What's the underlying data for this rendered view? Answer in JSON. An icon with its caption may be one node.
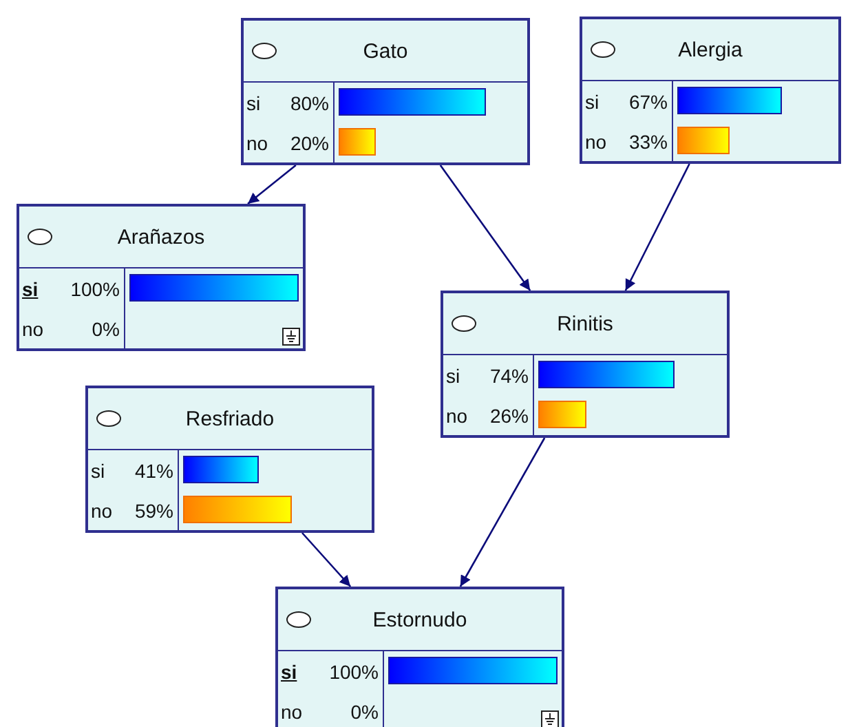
{
  "diagram": {
    "nodes": [
      {
        "text": [
          "Gato",
          "si",
          "80%",
          "no",
          "20%"
        ]
      },
      {
        "text": [
          "Alergia",
          "si",
          "67%",
          "no",
          "33%"
        ]
      },
      {
        "text": [
          "Arañazos",
          "**si**",
          "100%",
          "no",
          "0%"
        ]
      },
      {
        "text": [
          "Rinitis",
          "si",
          "74%",
          "no",
          "26%"
        ]
      },
      {
        "text": [
          "Resfriado",
          "si",
          "41%",
          "no",
          "59%"
        ]
      },
      {
        "text": [
          "Estornudo",
          "**si**",
          "100%",
          "no",
          "0%"
        ]
      }
    ],
    "edges": [
      {
        "from": 0,
        "to": 2,
        "arrow": "to"
      },
      {
        "from": 0,
        "to": 3,
        "arrow": "to"
      },
      {
        "from": 1,
        "to": 3,
        "arrow": "to"
      },
      {
        "from": 3,
        "to": 5,
        "arrow": "to"
      },
      {
        "from": 4,
        "to": 5,
        "arrow": "to"
      }
    ]
  }
}
